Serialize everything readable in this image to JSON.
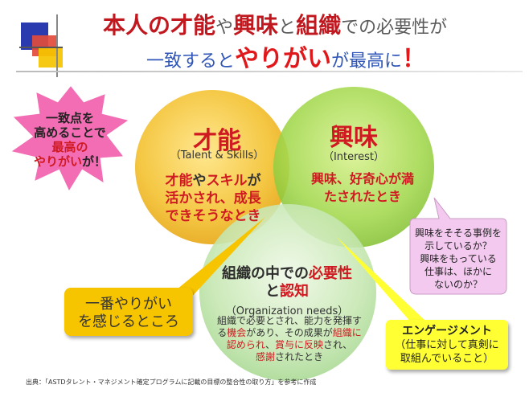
{
  "title": {
    "line1_a": "本人の才能",
    "line1_b": "や",
    "line1_c": "興味",
    "line1_d": "と",
    "line1_e": "組織",
    "line1_f": "での必要性が",
    "line2_a": "一致すると",
    "line2_b": "やりがい",
    "line2_c": "が最高に",
    "line2_d": "！"
  },
  "burst": {
    "line1": "一致点を",
    "line2": "高めることで",
    "line3": "最高の",
    "line4": "やりがい",
    "line4_tail": "が！"
  },
  "circles": {
    "talent": {
      "title": "才能",
      "subtitle": "（Talent & Skills）",
      "desc_1a": "才能",
      "desc_1b": "や",
      "desc_1c": "スキル",
      "desc_1d": "が",
      "desc_2a": "活かされ、",
      "desc_2b": "成長",
      "desc_3a": "できそうなとき"
    },
    "interest": {
      "title": "興味",
      "subtitle": "（Interest）",
      "desc_1a": "興味、",
      "desc_1b": "好奇心",
      "desc_1c": "が満",
      "desc_2": "たされたとき"
    },
    "organization": {
      "title_1a": "組織の中での",
      "title_1b": "必要性",
      "title_2a": "と",
      "title_2b": "認知",
      "subtitle": "（Organization needs）",
      "desc_1": "組織で必要とされ、能力を発揮す",
      "desc_2a": "る",
      "desc_2b": "機会",
      "desc_2c": "があり、その成果が",
      "desc_2d": "組織に",
      "desc_3a": "認められ",
      "desc_3b": "、",
      "desc_3c": "賞与に反映",
      "desc_3d": "され、",
      "desc_4a": "感謝",
      "desc_4b": "されたとき"
    }
  },
  "callout_orange": {
    "line1": "一番やりがい",
    "line2": "を感じるところ"
  },
  "callout_yellow": {
    "line1": "エンゲージメント",
    "line2": "（仕事に対して真剣に",
    "line3": "取組んでいること）"
  },
  "callout_pink": {
    "line1": "興味をそそる事例を",
    "line2": "示しているか？",
    "line3": "興味をもっている",
    "line4": "仕事は、ほかに",
    "line5": "ないのか？"
  },
  "source": "出典：「ASTDタレント・マネジメント確定プログラムに記載の目標の整合性の取り方」を参考に作成",
  "colors": {
    "talent_circle": "#f3c33a",
    "interest_circle": "#9bd44a",
    "organization_circle": "#bfe3a9",
    "accent_red": "#d01a22",
    "title_blue": "#2f56b8",
    "burst_pink": "#f36db4",
    "callout_orange": "#f7c400",
    "callout_yellow": "#ffff33",
    "callout_pink": "#f3c9ef"
  }
}
